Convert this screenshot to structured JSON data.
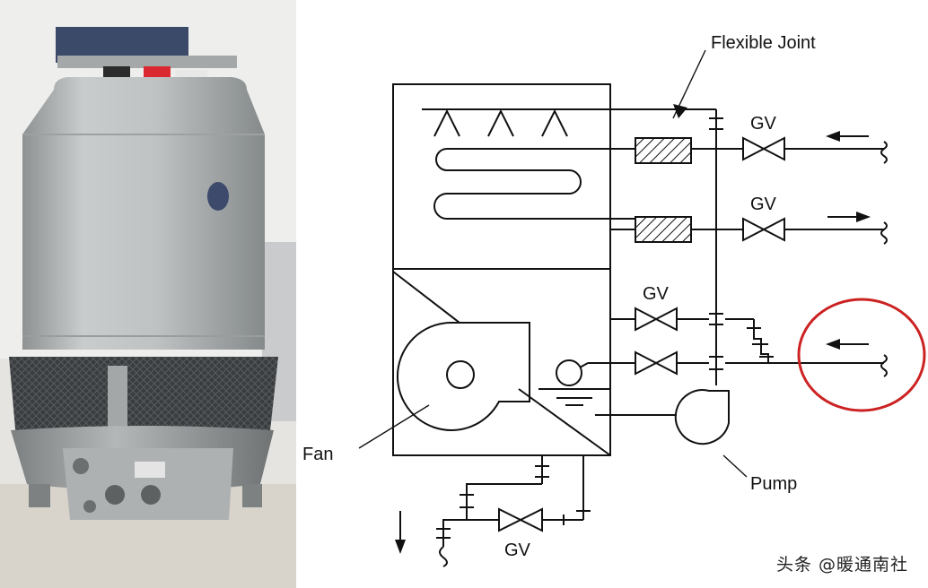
{
  "labels": {
    "flexible_joint": "Flexible Joint",
    "gv_top_inlet": "GV",
    "gv_top_outlet": "GV",
    "gv_side": "GV",
    "gv_bottom": "GV",
    "fan": "Fan",
    "pump": "Pump"
  },
  "watermark": "头条 @暖通南社",
  "colors": {
    "line": "#111111",
    "highlight_circle": "#cc2222",
    "tower_body": "#b9bcbd"
  },
  "icons": {
    "flow_arrow": "arrow-icon",
    "valve": "gate-valve-icon",
    "strainer": "hatched-coil-icon"
  }
}
